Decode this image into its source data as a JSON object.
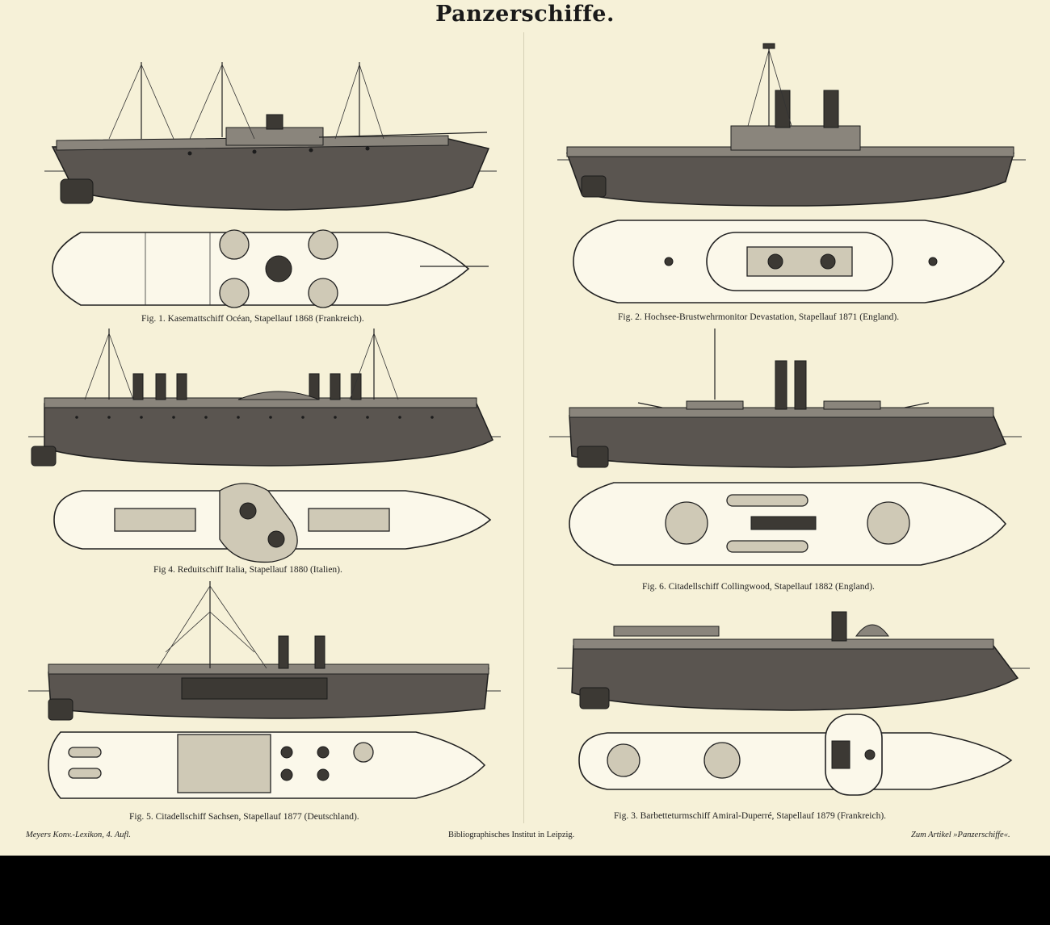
{
  "plate": {
    "title": "Panzerschiffe.",
    "figures": [
      {
        "id": "fig1",
        "caption": "Fig. 1. Kasemattschiff Océan, Stapellauf 1868 (Frankreich)."
      },
      {
        "id": "fig2",
        "caption": "Fig. 2.  Hochsee-Brustwehrmonitor Devastation, Stapellauf 1871 (England)."
      },
      {
        "id": "fig4",
        "caption": "Fig 4.  Reduitschiff Italia, Stapellauf 1880 (Italien)."
      },
      {
        "id": "fig6",
        "caption": "Fig. 6.  Citadellschiff Collingwood, Stapellauf 1882 (England)."
      },
      {
        "id": "fig5",
        "caption": "Fig. 5.  Citadellschiff Sachsen, Stapellauf 1877 (Deutschland)."
      },
      {
        "id": "fig3",
        "caption": "Fig. 3.  Barbetteturmschiff Amiral-Duperré, Stapellauf 1879 (Frankreich)."
      }
    ],
    "footer": {
      "left": "Meyers Konv.-Lexikon, 4. Aufl.",
      "center": "Bibliographisches Institut in Leipzig.",
      "right": "Zum Artikel »Panzerschiffe«."
    }
  },
  "colors": {
    "paper": "#f6f1d8",
    "ink": "#1e1e1e",
    "hull": "#5a5550",
    "border": "#000000"
  }
}
